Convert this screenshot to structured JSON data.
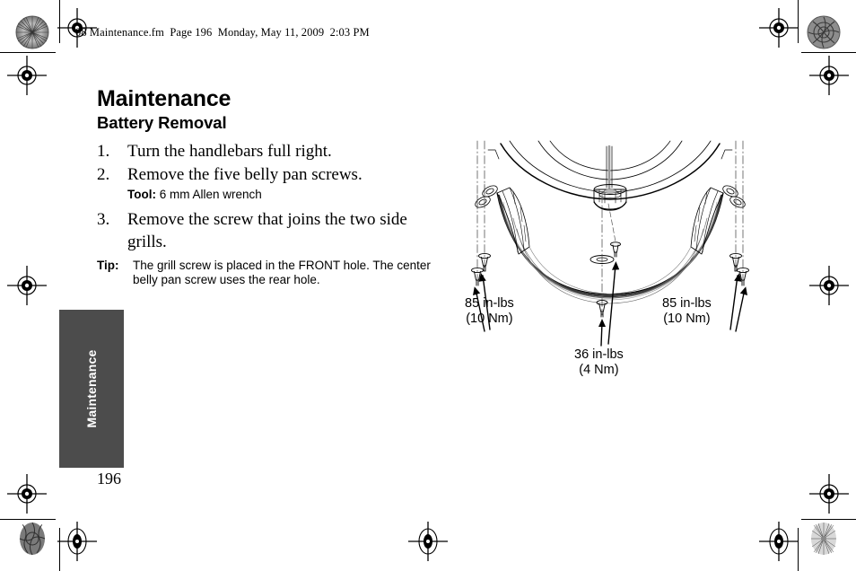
{
  "header": {
    "text": "08 Maintenance.fm  Page 196  Monday, May 11, 2009  2:03 PM"
  },
  "sidebar": {
    "tab_label": "Maintenance",
    "tab_color": "#4c4c4c"
  },
  "content": {
    "title": "Maintenance",
    "subtitle": "Battery Removal",
    "steps": [
      {
        "number": "1.",
        "text": "Turn the handlebars full right."
      },
      {
        "number": "2.",
        "text": "Remove the five belly pan screws."
      },
      {
        "number": "3.",
        "text": "Remove the screw that joins the two side grills."
      }
    ],
    "tool_note": {
      "label": "Tool:",
      "text": " 6 mm Allen wrench"
    },
    "tip_note": {
      "label": "Tip:",
      "text": "The grill screw is placed in the FRONT hole. The center belly pan screw uses the rear hole."
    }
  },
  "figure": {
    "caption_left": "85 in-lbs",
    "caption_left_metric": "(10 Nm)",
    "caption_right": "85 in-lbs",
    "caption_right_metric": "(10 Nm)",
    "caption_center": "36 in-lbs",
    "caption_center_metric": "(4 Nm)"
  },
  "page_number": "196"
}
